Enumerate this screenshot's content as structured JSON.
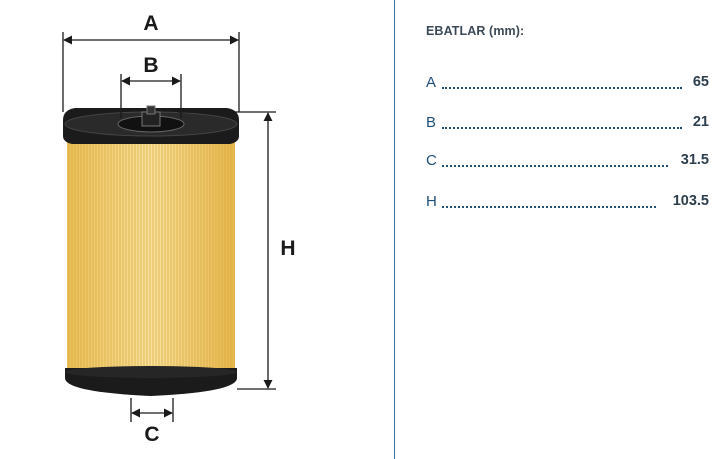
{
  "diagram": {
    "labels": {
      "a": "A",
      "b": "B",
      "c": "C",
      "h": "H"
    }
  },
  "panel": {
    "title": "EBATLAR (mm):",
    "rows": [
      {
        "label": "A",
        "value": "65"
      },
      {
        "label": "B",
        "value": "21"
      },
      {
        "label": "C",
        "value": "31.5"
      },
      {
        "label": "H",
        "value": "103.5"
      }
    ]
  },
  "colors": {
    "pleat_light": "#f7dc8e",
    "pleat_dark": "#d9a93c",
    "cap": "#1b1b1b",
    "dimension_line": "#1a1a1a",
    "label_blue": "#1f4e79",
    "divider": "#3f6f96"
  }
}
